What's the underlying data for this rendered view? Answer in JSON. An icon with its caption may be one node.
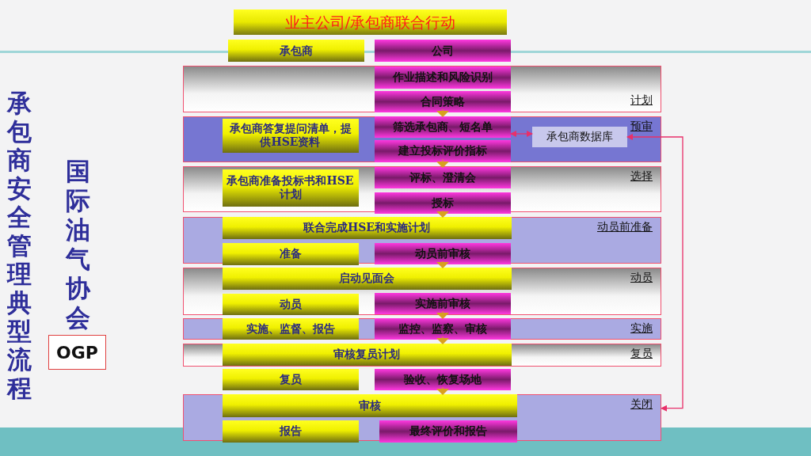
{
  "diagram": {
    "title": "承包商安全管理典型流程",
    "nodes": [
      {
        "text": [
          "业主公司/承包商联合行动"
        ]
      },
      {
        "text": [
          "承包商"
        ]
      },
      {
        "text": [
          "公司"
        ]
      },
      {
        "text": [
          "计划"
        ]
      },
      {
        "text": [
          "作业描述和风险识别"
        ],
        "in": 3
      },
      {
        "text": [
          "合同策略"
        ],
        "in": 3
      },
      {
        "text": [
          "预审"
        ]
      },
      {
        "text": [
          "承包商答复提问清单，提供HSE资料"
        ],
        "in": 6
      },
      {
        "text": [
          "筛选承包商、短名单"
        ],
        "in": 6
      },
      {
        "text": [
          "建立投标评价指标"
        ],
        "in": 6
      },
      {
        "text": [
          "承包商数据库"
        ],
        "in": 6
      },
      {
        "text": [
          "选择"
        ]
      },
      {
        "text": [
          "承包商准备投标书和HSE计划"
        ],
        "in": 11
      },
      {
        "text": [
          "评标、澄清会"
        ],
        "in": 11
      },
      {
        "text": [
          "授标"
        ],
        "in": 11
      },
      {
        "text": [
          "动员前准备"
        ]
      },
      {
        "text": [
          "联合完成HSE和实施计划"
        ],
        "in": 15
      },
      {
        "text": [
          "准备"
        ],
        "in": 15
      },
      {
        "text": [
          "动员前审核"
        ],
        "in": 15
      },
      {
        "text": [
          "动员"
        ]
      },
      {
        "text": [
          "启动见面会"
        ],
        "in": 19
      },
      {
        "text": [
          "动员"
        ],
        "in": 19
      },
      {
        "text": [
          "实施前审核"
        ],
        "in": 19
      },
      {
        "text": [
          "实施"
        ]
      },
      {
        "text": [
          "实施、监督、报告"
        ],
        "in": 23
      },
      {
        "text": [
          "监控、监察、审核"
        ],
        "in": 23
      },
      {
        "text": [
          "复员"
        ]
      },
      {
        "text": [
          "审核复员计划"
        ],
        "in": 26
      },
      {
        "text": [
          "复员"
        ]
      },
      {
        "text": [
          "验收、恢复场地"
        ]
      },
      {
        "text": [
          "关闭"
        ]
      },
      {
        "text": [
          "审核"
        ],
        "in": 30
      },
      {
        "text": [
          "报告"
        ],
        "in": 30
      },
      {
        "text": [
          "最终评价和报告"
        ],
        "in": 30
      },
      {
        "text": [
          "OGP"
        ]
      }
    ],
    "edges": [
      {
        "from": 5,
        "to": 8,
        "arrow": "to"
      },
      {
        "from": 9,
        "to": 13,
        "arrow": "to"
      },
      {
        "from": 14,
        "to": 16,
        "arrow": "to"
      },
      {
        "from": 18,
        "to": 20,
        "arrow": "to"
      },
      {
        "from": 22,
        "to": 25,
        "arrow": "to"
      },
      {
        "from": 25,
        "to": 27,
        "arrow": "to"
      },
      {
        "from": 29,
        "to": 31,
        "arrow": "to"
      },
      {
        "from": 8,
        "to": 10,
        "arrow": "both",
        "color": "#e8306a"
      },
      {
        "from": 10,
        "to": 30,
        "arrow": "both",
        "color": "#e8306a"
      }
    ],
    "labels": [
      "国际油气协会"
    ]
  }
}
